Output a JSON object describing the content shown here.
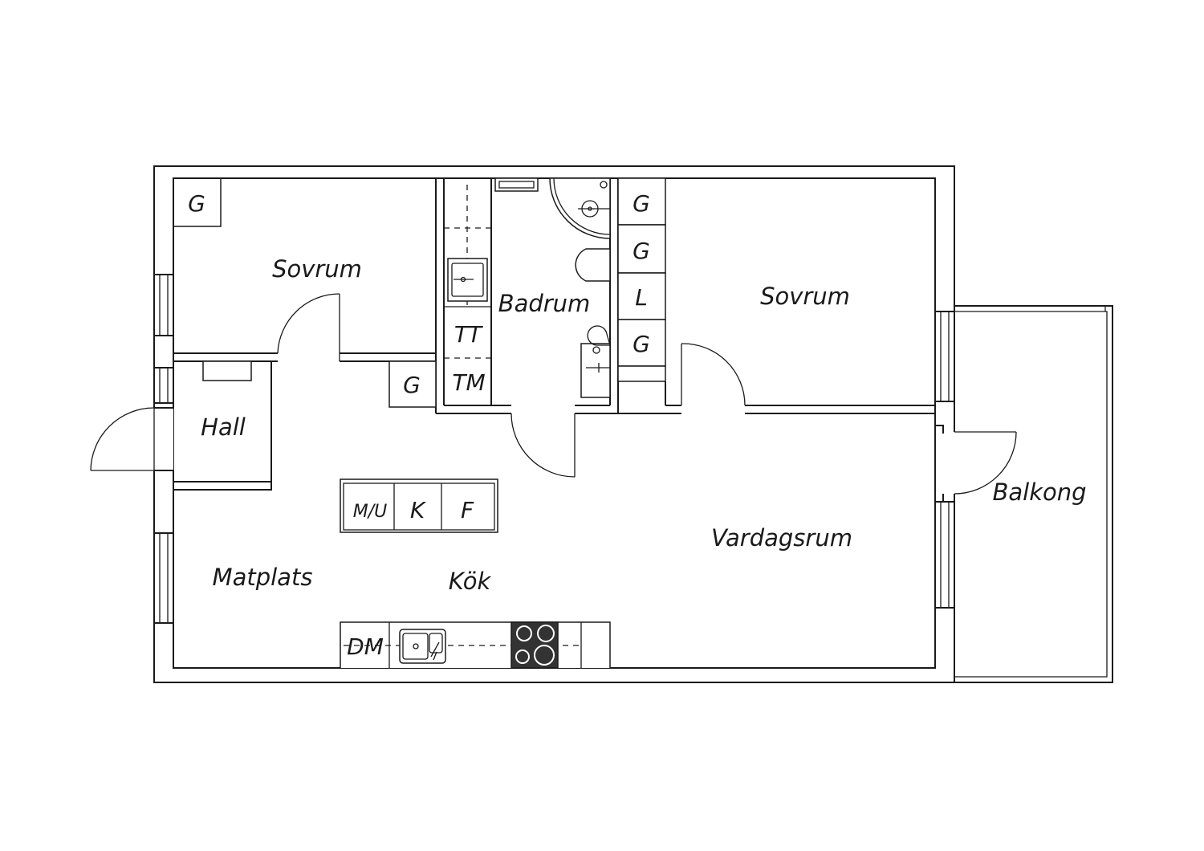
{
  "rooms": {
    "bedroom_1": "Sovrum",
    "bedroom_2": "Sovrum",
    "bathroom": "Badrum",
    "hall": "Hall",
    "dining": "Matplats",
    "kitchen": "Kök",
    "living_room": "Vardagsrum",
    "balcony": "Balkong"
  },
  "closets": {
    "bedroom_1": "G",
    "hall": "G",
    "bedroom_2_a": "G",
    "bedroom_2_b": "G",
    "bedroom_2_linen": "L",
    "bedroom_2_c": "G"
  },
  "appliances": {
    "tumble_dryer": "TT",
    "washing_machine": "TM",
    "microwave_oven": "M/U",
    "fridge": "K",
    "freezer": "F",
    "dishwasher": "DM"
  }
}
